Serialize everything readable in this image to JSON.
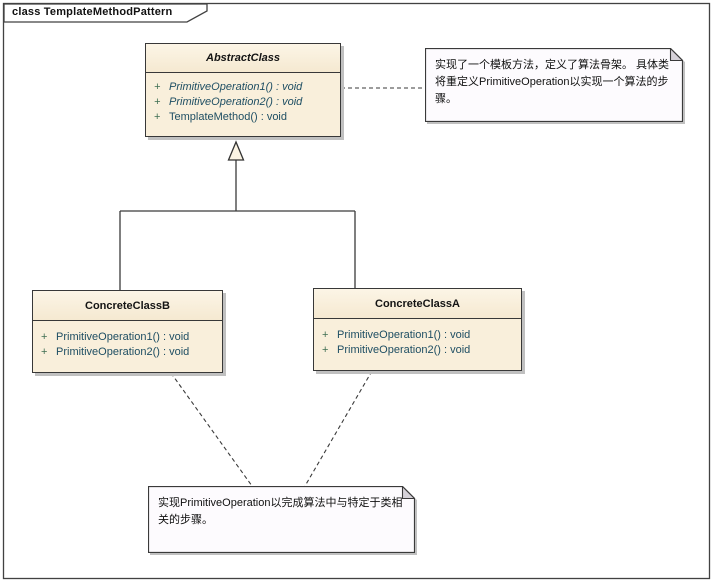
{
  "frame": {
    "tab_label": "class TemplateMethodPattern"
  },
  "classes": {
    "abstract": {
      "name": "AbstractClass",
      "methods": [
        {
          "visibility": "+",
          "signature": "PrimitiveOperation1() : void",
          "abstract": true
        },
        {
          "visibility": "+",
          "signature": "PrimitiveOperation2() : void",
          "abstract": true
        },
        {
          "visibility": "+",
          "signature": "TemplateMethod() : void",
          "abstract": false
        }
      ]
    },
    "concrete_b": {
      "name": "ConcreteClassB",
      "methods": [
        {
          "visibility": "+",
          "signature": "PrimitiveOperation1() : void"
        },
        {
          "visibility": "+",
          "signature": "PrimitiveOperation2() : void"
        }
      ]
    },
    "concrete_a": {
      "name": "ConcreteClassA",
      "methods": [
        {
          "visibility": "+",
          "signature": "PrimitiveOperation1() : void"
        },
        {
          "visibility": "+",
          "signature": "PrimitiveOperation2() : void"
        }
      ]
    }
  },
  "notes": {
    "top": {
      "text": "实现了一个模板方法，定义了算法骨架。 具体类将重定义PrimitiveOperation以实现一个算法的步骤。"
    },
    "bottom": {
      "text": "实现PrimitiveOperation以完成算法中与特定于类相关的步骤。"
    }
  },
  "relationships": {
    "generalizations": [
      {
        "from": "ConcreteClassB",
        "to": "AbstractClass"
      },
      {
        "from": "ConcreteClassA",
        "to": "AbstractClass"
      }
    ],
    "note_links": [
      {
        "from": "top-note",
        "to": "AbstractClass"
      },
      {
        "from": "bottom-note",
        "to": "ConcreteClassB"
      },
      {
        "from": "bottom-note",
        "to": "ConcreteClassA"
      }
    ]
  },
  "colors": {
    "background": "#FFFFFF",
    "class_fill": "#F9EFDB",
    "class_border": "#383838",
    "class_name_text": "#141414",
    "method_text": "#1E4E63",
    "visibility_text": "#3E6E52",
    "note_fill": "#FDFBFE",
    "note_fold": "#D6D2D9",
    "connector": "#3A3A3A",
    "shadow": "#C0C0C0"
  }
}
